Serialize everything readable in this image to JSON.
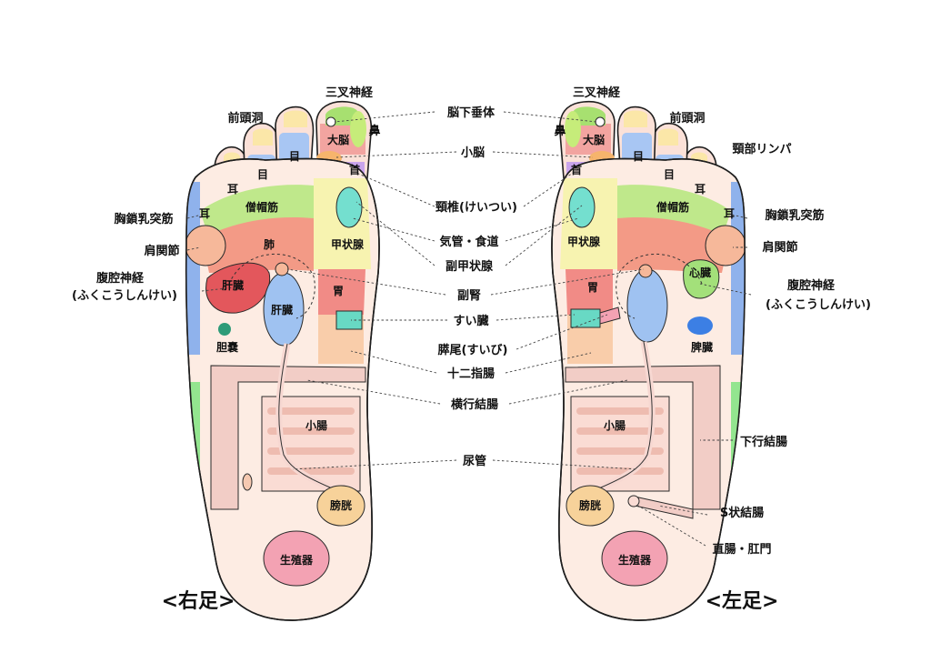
{
  "foot_titles": {
    "right": "<右足>",
    "left": "<左足>"
  },
  "center_labels": {
    "pituitary": "脳下垂体",
    "cerebellum": "小脳",
    "cervical": "頸椎(けいつい)",
    "trachea": "気管・食道",
    "parathyroid": "副甲状腺",
    "adrenal": "副腎",
    "pancreas": "すい臓",
    "coccyx": "膵尾(すいび)",
    "duodenum": "十二指腸",
    "transverse_colon": "横行結腸",
    "ureter": "尿管"
  },
  "right_foot_labels": {
    "trigeminal": "三叉神経",
    "nose": "鼻",
    "frontal_sinus": "前頭洞",
    "cerebrum": "大脳",
    "neck": "首",
    "eye": "目",
    "ear": "耳",
    "trapezius": "僧帽筋",
    "scm": "胸鎖乳突筋",
    "shoulder": "肩関節",
    "lung": "肺",
    "thyroid": "甲状腺",
    "celiac_1": "腹腔神経",
    "celiac_2": "(ふくこうしんけい)",
    "liver": "肝臓",
    "stomach": "胃",
    "kidney": "肝臓",
    "gallbladder": "胆嚢",
    "small_intestine": "小腸",
    "bladder": "膀胱",
    "genitals": "生殖器"
  },
  "left_foot_labels": {
    "trigeminal": "三叉神経",
    "nose": "鼻",
    "frontal_sinus": "前頭洞",
    "cerebrum": "大脳",
    "neck": "首",
    "lymph": "頸部リンパ",
    "eye": "目",
    "ear": "耳",
    "trapezius": "僧帽筋",
    "scm": "胸鎖乳突筋",
    "shoulder": "肩関節",
    "thyroid": "甲状腺",
    "heart": "心臓",
    "celiac_1": "腹腔神経",
    "celiac_2": "(ふくこうしんけい)",
    "stomach": "胃",
    "spleen": "脾臓",
    "descending_colon": "下行結腸",
    "small_intestine": "小腸",
    "sigmoid": "S状結腸",
    "bladder": "膀胱",
    "rectum": "直腸・肛門",
    "genitals": "生殖器"
  },
  "zone_colors": {
    "skin": "#fdece3",
    "toe_skin": "#fbe1d8",
    "brain": "#f2a4a0",
    "trigeminal": "#a7e070",
    "nose": "#c6ec7a",
    "cerebellum": "#f6b46c",
    "neck": "#c9a4ec",
    "eye": "#a8c6f3",
    "ear": "#fbe7a8",
    "ear_side": "#8fa6ec",
    "trapezius": "#bfe88b",
    "shoulder": "#f6b89a",
    "lung": "#f39a86",
    "thyroid": "#f7f3b0",
    "thyroid_core": "#74dfcf",
    "scm": "#8fb2ec",
    "liver": "#e3575c",
    "kidney": "#9fc2f1",
    "gallbladder": "#2e9b78",
    "stomach": "#f18b86",
    "pancreas": "#68d9c4",
    "duodenum": "#f9cdaa",
    "heart": "#a3e07a",
    "spleen": "#3c7fe4",
    "colon": "#f2cdc6",
    "small_intestine": "#fadcd4",
    "side_green": "#93e58f",
    "bladder": "#f7d29a",
    "genitals": "#f3a2b3",
    "ureter": "#f7d8d2"
  }
}
